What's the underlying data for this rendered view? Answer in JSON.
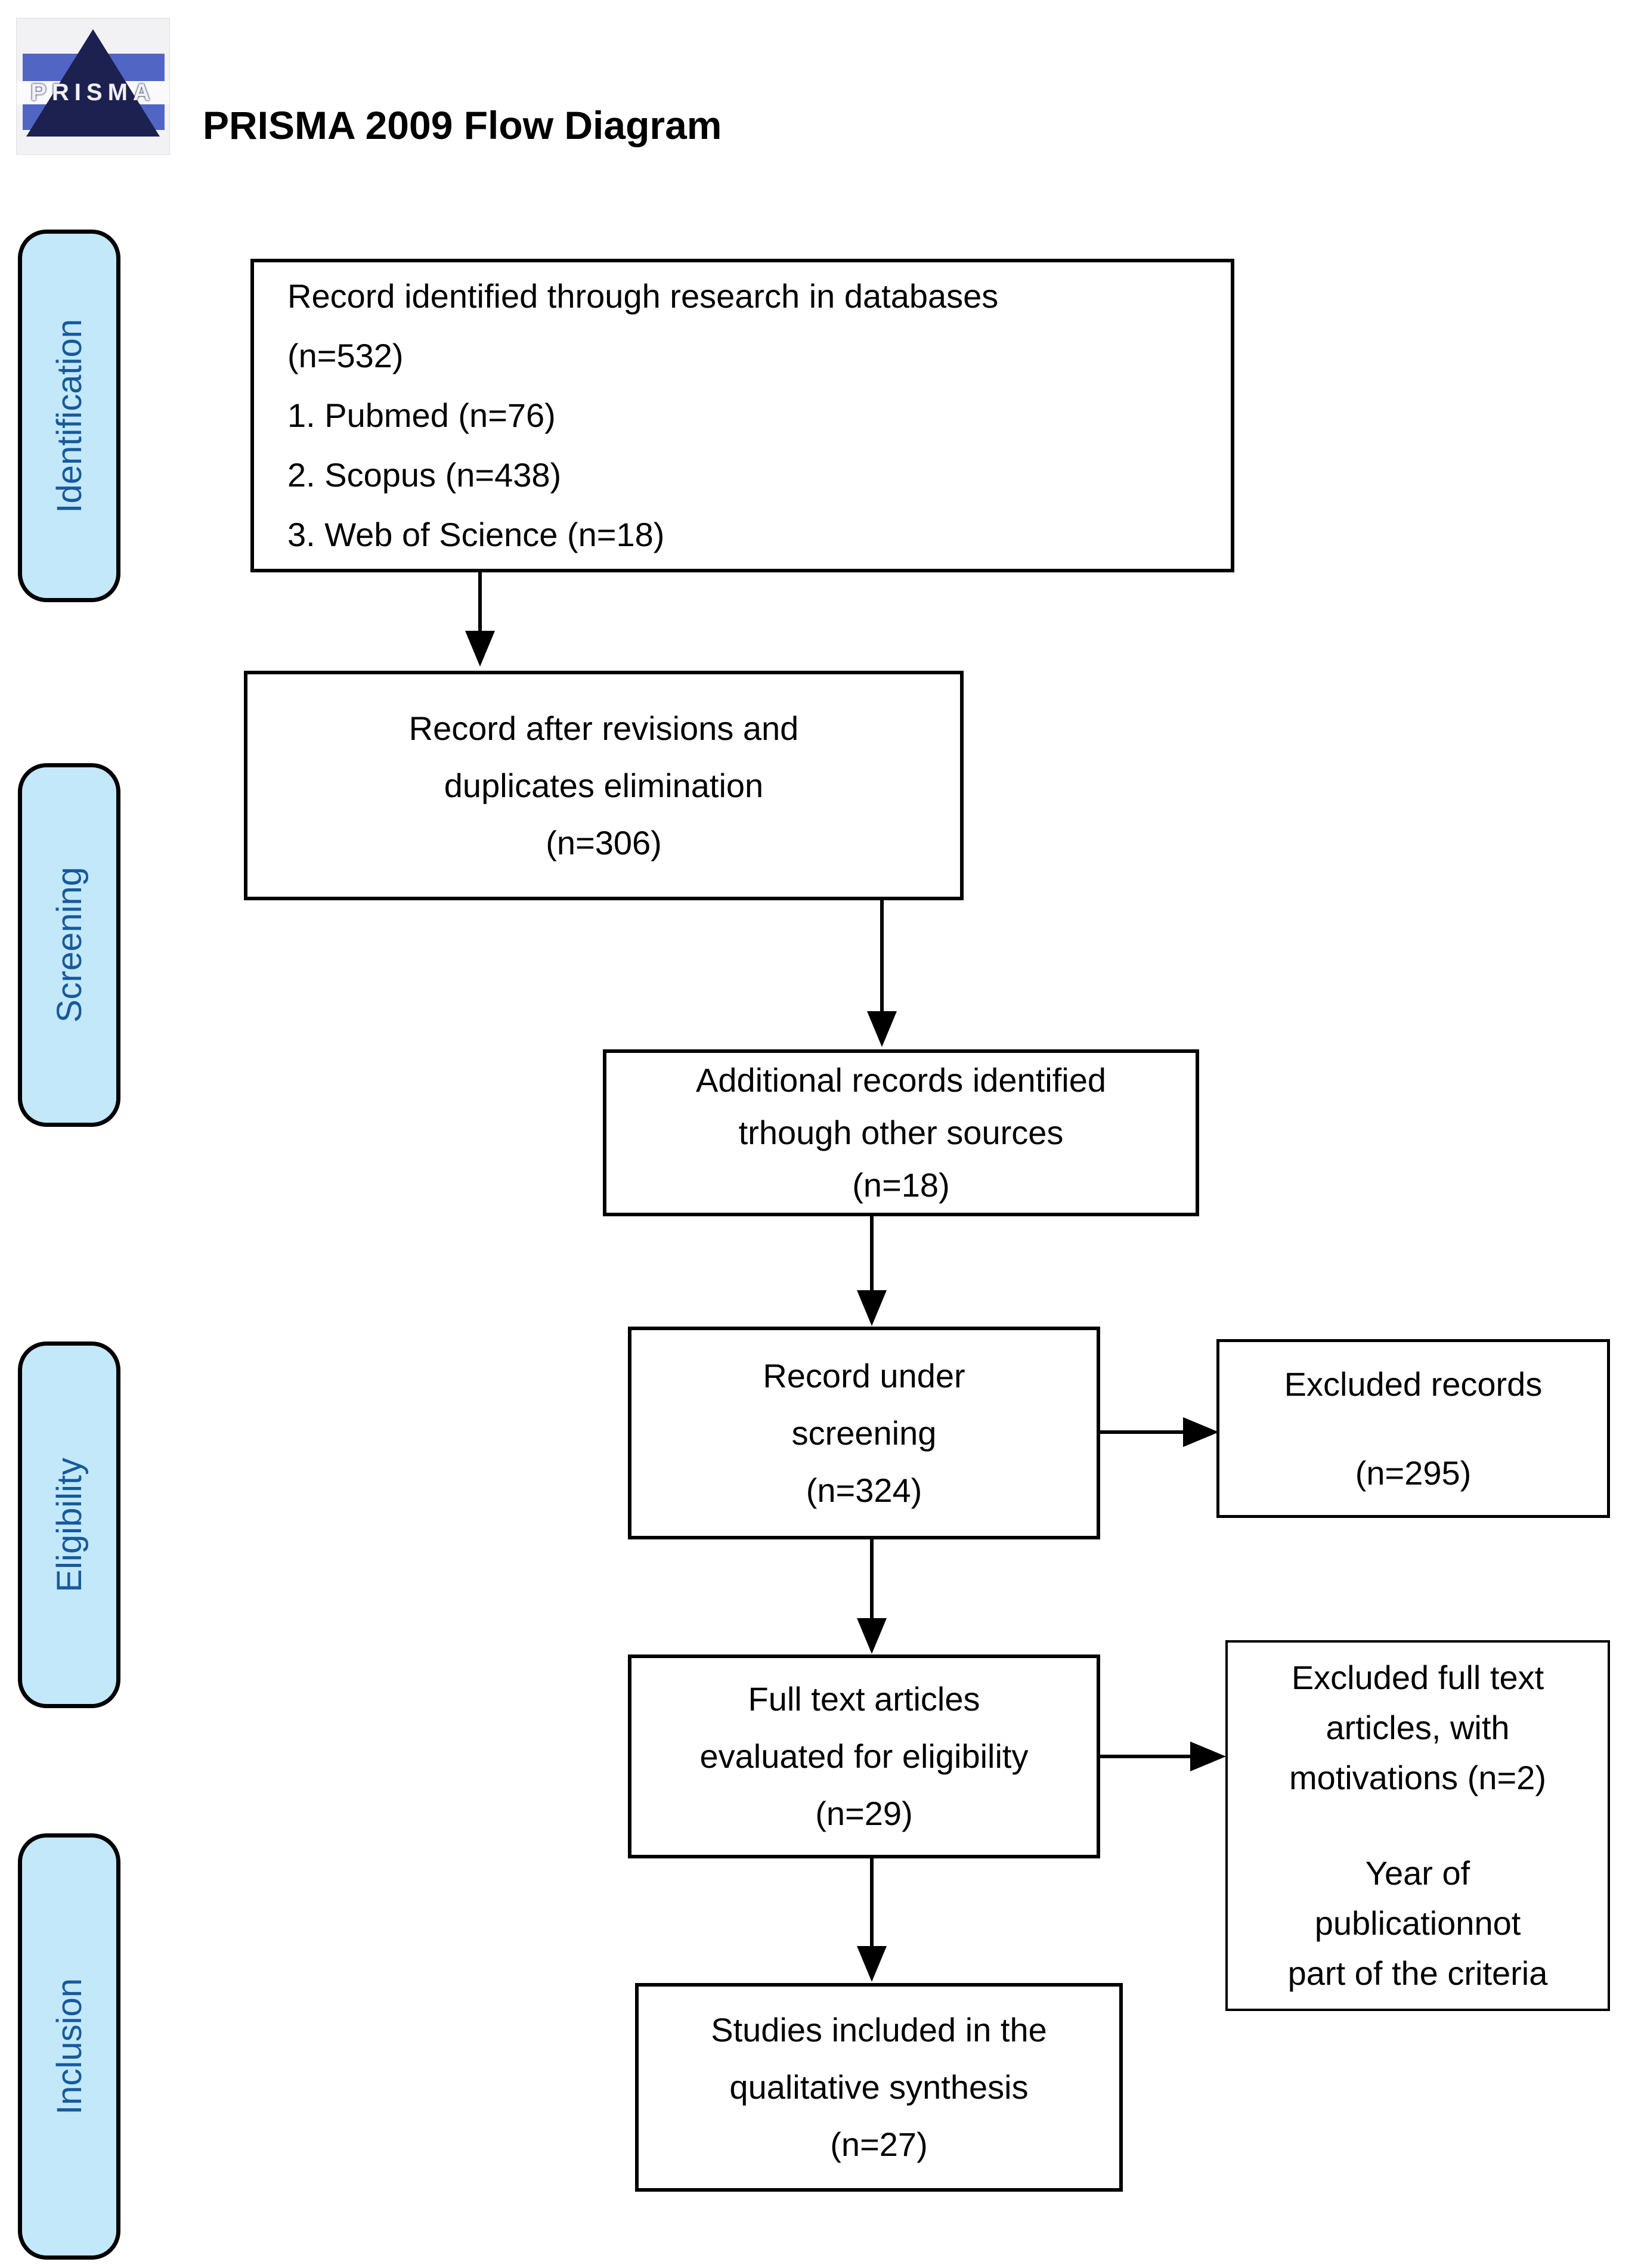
{
  "header": {
    "title": "PRISMA 2009 Flow Diagram",
    "logo_text": "PRISMA"
  },
  "sidebar": {
    "stages": [
      {
        "label": "Identification"
      },
      {
        "label": "Screening"
      },
      {
        "label": "Eligibility"
      },
      {
        "label": "Inclusion"
      }
    ]
  },
  "flow": {
    "identified": {
      "lines": [
        "Record identified through research in databases",
        "(n=532)",
        "1. Pubmed (n=76)",
        "2. Scopus (n=438)",
        "3. Web of Science (n=18)"
      ]
    },
    "after_revisions": {
      "lines": [
        "Record after revisions and",
        "duplicates elimination",
        "(n=306)"
      ]
    },
    "additional_sources": {
      "lines": [
        "Additional records identified",
        "trhough other sources",
        "(n=18)"
      ]
    },
    "under_screening": {
      "lines": [
        "Record under",
        "screening",
        "(n=324)"
      ]
    },
    "excluded_records": {
      "lines": [
        "Excluded records",
        "(n=295)"
      ]
    },
    "full_text": {
      "lines": [
        "Full text articles",
        "evaluated for eligibility",
        "(n=29)"
      ]
    },
    "excluded_full_text": {
      "para1": [
        "Excluded full text",
        "articles, with",
        "motivations (n=2)"
      ],
      "para2": [
        "Year of",
        "publicationnot",
        "part of the criteria"
      ]
    },
    "included": {
      "lines": [
        "Studies included in the",
        "qualitative synthesis",
        "(n=27)"
      ]
    }
  },
  "colors": {
    "stage_fill": "#c2e8fa",
    "stage_text": "#17599c",
    "box_border": "#000000",
    "arrow": "#000000",
    "logo_band": "#5166c4",
    "logo_triangle": "#1c2150",
    "logo_stripe": "#fafafc"
  }
}
